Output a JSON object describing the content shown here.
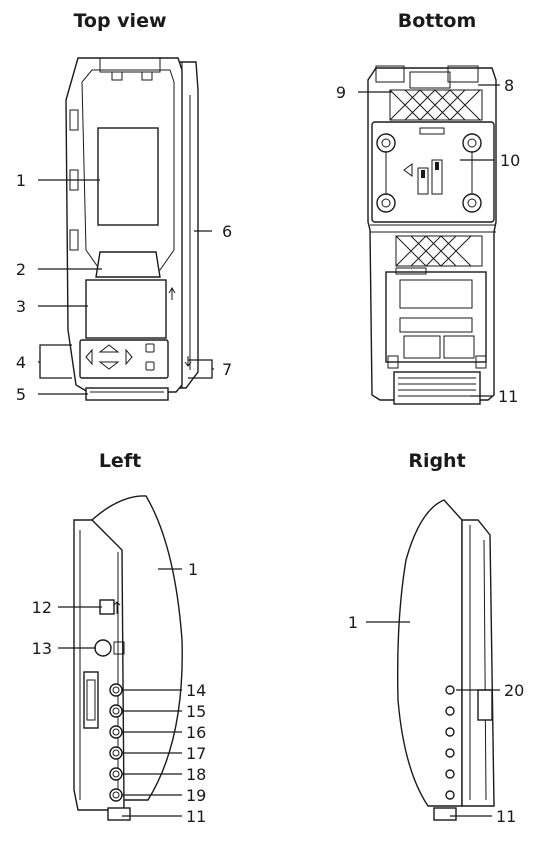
{
  "views": {
    "top": "Top view",
    "bottom": "Bottom",
    "left": "Left",
    "right": "Right"
  },
  "callouts": {
    "top": [
      "1",
      "2",
      "3",
      "4",
      "5",
      "6",
      "7"
    ],
    "bottom": [
      "8",
      "9",
      "10",
      "11"
    ],
    "left": [
      "1",
      "12",
      "13",
      "14",
      "15",
      "16",
      "17",
      "18",
      "19",
      "11"
    ],
    "right": [
      "1",
      "20",
      "11"
    ]
  }
}
